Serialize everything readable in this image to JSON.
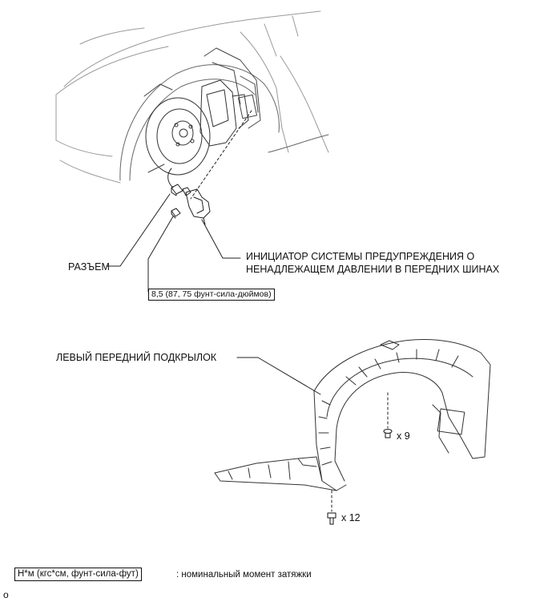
{
  "labels": {
    "connector": "РАЗЪЕМ",
    "initiator_line1": "ИНИЦИАТОР СИСТЕМЫ ПРЕДУПРЕЖДЕНИЯ О",
    "initiator_line2": "НЕНАДЛЕЖАЩЕМ ДАВЛЕНИИ В ПЕРЕДНИХ ШИНАХ",
    "torque": "8,5 (87, 75 фунт-сила-дюймов)",
    "liner": "ЛЕВЫЙ ПЕРЕДНИЙ ПОДКРЫЛОК",
    "clips_count": "x 9",
    "bolts_count": "x 12"
  },
  "legend": {
    "unit": "Н*м (кгс*см, фунт-сила-фут)",
    "description": ": номинальный момент затяжки"
  },
  "footer": {
    "mark": "o"
  }
}
